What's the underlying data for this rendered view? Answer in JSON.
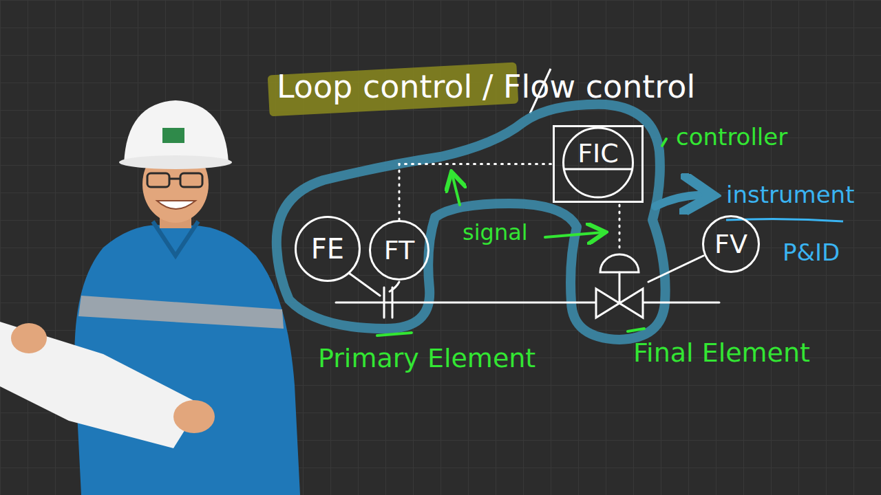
{
  "diagram": {
    "title": "Loop control / Flow control",
    "nodes": [
      {
        "text": [
          "FIC"
        ]
      },
      {
        "text": [
          "FE"
        ]
      },
      {
        "text": [
          "FT"
        ]
      },
      {
        "text": [
          "FV"
        ]
      }
    ],
    "edges": [
      {
        "from": 2,
        "to": 0,
        "arrow": "none"
      }
    ],
    "labels": [
      "controller",
      "instrument",
      "signal",
      "P&ID",
      "Primary Element",
      "Final Element"
    ]
  }
}
